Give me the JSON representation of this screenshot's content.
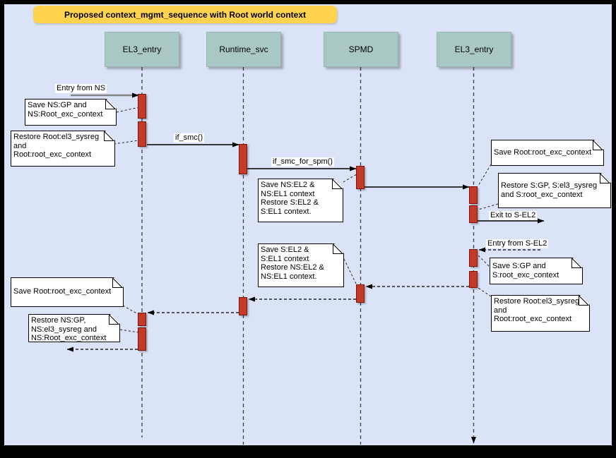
{
  "colors": {
    "frame": "#000000",
    "canvas_bg": "#dae3f7",
    "title_bg": "#ffd34e",
    "lifeline_header_fill": "#a9c8c4",
    "activation_fill": "#c43a28",
    "activation_border": "#7f150c",
    "note_bg": "#ffffff"
  },
  "title": "Proposed context_mgmt_sequence with Root world context",
  "lifelines": [
    {
      "id": "el3-entry-left",
      "label": "EL3_entry"
    },
    {
      "id": "runtime-svc",
      "label": "Runtime_svc"
    },
    {
      "id": "spmd",
      "label": "SPMD"
    },
    {
      "id": "el3-entry-right",
      "label": "EL3_entry"
    }
  ],
  "messages": {
    "entry_from_ns": "Entry from NS",
    "if_smc": "if_smc()",
    "if_smc_for_spm": "if_smc_for_spm()",
    "exit_to_s_el2": "Exit to S-EL2",
    "entry_from_s_el2": "Entry from S-EL2"
  },
  "notes": {
    "save_ns_gp": [
      "Save NS:GP and",
      "NS:Root_exc_context"
    ],
    "restore_root_left_top": [
      "Restore Root:el3_sysreg",
      "and",
      "Root:root_exc_context"
    ],
    "save_ns_el2": [
      "Save NS:EL2 &",
      "NS:EL1 context",
      "Restore S:EL2 &",
      "S:EL1 context."
    ],
    "save_root_right": [
      "Save Root:root_exc_context"
    ],
    "restore_s_gp": [
      "Restore S:GP, S:el3_sysreg",
      "and S:root_exc_context"
    ],
    "save_s_gp": [
      "Save S:GP and",
      "S:root_exc_context"
    ],
    "save_s_el2": [
      "Save S:EL2 &",
      "S:EL1 context",
      "Restore NS:EL2 &",
      "NS:EL1 context."
    ],
    "save_root_left": [
      "Save Root:root_exc_context"
    ],
    "restore_ns_gp": [
      "Restore NS:GP,",
      "NS:el3_sysreg and",
      "NS:Root_exc_context"
    ],
    "restore_root_right": [
      "Restore Root:el3_sysreg",
      "and",
      "Root:root_exc_context"
    ]
  }
}
